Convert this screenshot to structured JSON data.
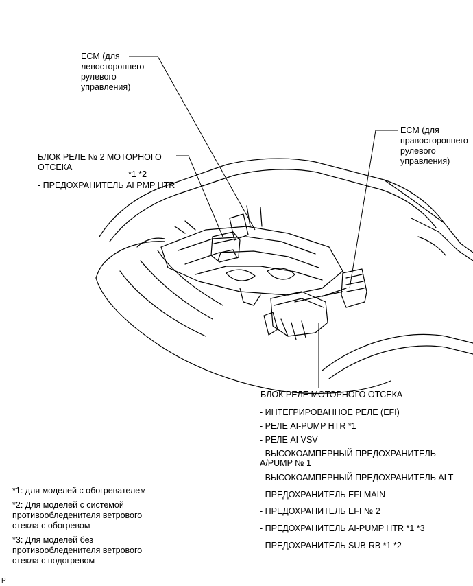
{
  "callouts": {
    "ecm_lhd": "ECM (для\nлевостороннего\nрулевого\nуправления)",
    "ecm_rhd": "ECM (для\nправостороннего\nрулевого\nуправления)",
    "relay2_title": "БЛОК РЕЛЕ № 2 МОТОРНОГО\nОТСЕКА",
    "relay2_note": "*1 *2",
    "relay2_item": "- ПРЕДОХРАНИТЕЛЬ AI PMP HTR"
  },
  "relay_block": {
    "title": "БЛОК РЕЛЕ МОТОРНОГО ОТСЕКА",
    "items": [
      "- ИНТЕГРИРОВАННОЕ РЕЛЕ (EFI)",
      "- РЕЛЕ AI-PUMP HTR   *1",
      "- РЕЛЕ AI VSV",
      "- ВЫСОКОАМПЕРНЫЙ ПРЕДОХРАНИТЕЛЬ\nA/PUMP № 1",
      "- ВЫСОКОАМПЕРНЫЙ ПРЕДОХРАНИТЕЛЬ ALT",
      "- ПРЕДОХРАНИТЕЛЬ EFI MAIN",
      "- ПРЕДОХРАНИТЕЛЬ EFI № 2",
      "- ПРЕДОХРАНИТЕЛЬ AI-PUMP HTR  *1 *3",
      "- ПРЕДОХРАНИТЕЛЬ SUB-RB       *1 *2"
    ]
  },
  "footnotes": [
    "*1: для моделей с обогревателем",
    "*2: Для моделей с системой\nпротивообледенителя ветрового\nстекла с обогревом",
    "*3: Для моделей без\nпротивообледенителя ветрового\nстекла с подогревом"
  ],
  "corner_mark": "P"
}
